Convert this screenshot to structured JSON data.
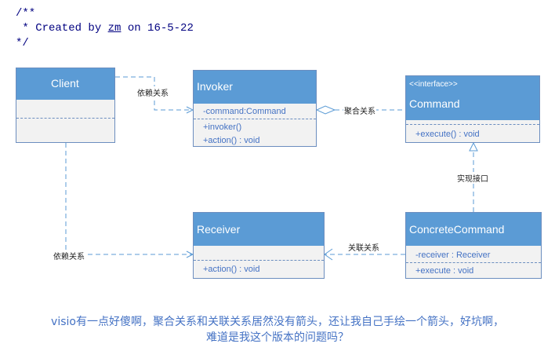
{
  "comment": {
    "line1": "/**",
    "line2_prefix": " * Created by ",
    "line2_author": "zm",
    "line2_suffix": " on 16-5-22",
    "line3": "*/"
  },
  "classes": {
    "client": {
      "name": "Client"
    },
    "invoker": {
      "name": "Invoker",
      "attr": "-command:Command",
      "op1": "+invoker()",
      "op2": "+action() : void"
    },
    "command": {
      "stereotype": "<<interface>>",
      "name": "Command",
      "op1": "+execute() : void"
    },
    "receiver": {
      "name": "Receiver",
      "op1": "+action() : void"
    },
    "concrete": {
      "name": "ConcreteCommand",
      "attr": "-receiver : Receiver",
      "op1": "+execute : void"
    }
  },
  "relations": {
    "client_invoker": "依赖关系",
    "invoker_command": "聚合关系",
    "implements": "实现接口",
    "concrete_receiver": "关联关系",
    "client_receiver": "依赖关系"
  },
  "caption": {
    "line1": "visio有一点好傻啊，聚合关系和关联关系居然没有箭头，还让我自己手绘一个箭头，好坑啊，",
    "line2": "难道是我这个版本的问题吗？"
  }
}
